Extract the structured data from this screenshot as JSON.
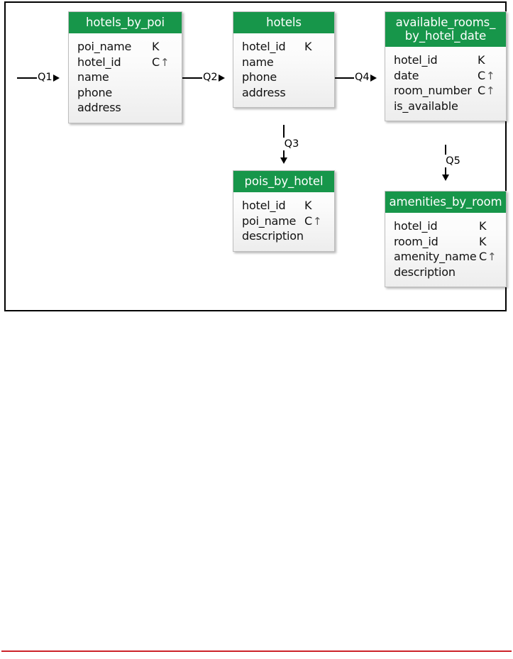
{
  "diagram": {
    "type": "cassandra-data-model",
    "frame_border_color": "#000000",
    "header_color": "#17964a",
    "footer_rule_color": "#cc2229",
    "key_legend": {
      "partition_key": "K",
      "clustering_key": "C",
      "ascending_arrow": "↑"
    },
    "tables": [
      {
        "id": "hotels_by_poi",
        "title": "hotels_by_poi",
        "columns": [
          {
            "name": "poi_name",
            "key": "K",
            "arrow": ""
          },
          {
            "name": "hotel_id",
            "key": "C",
            "arrow": "↑"
          },
          {
            "name": "name",
            "key": "",
            "arrow": ""
          },
          {
            "name": "phone",
            "key": "",
            "arrow": ""
          },
          {
            "name": "address",
            "key": "",
            "arrow": ""
          }
        ]
      },
      {
        "id": "hotels",
        "title": "hotels",
        "columns": [
          {
            "name": "hotel_id",
            "key": "K",
            "arrow": ""
          },
          {
            "name": "name",
            "key": "",
            "arrow": ""
          },
          {
            "name": "phone",
            "key": "",
            "arrow": ""
          },
          {
            "name": "address",
            "key": "",
            "arrow": ""
          }
        ]
      },
      {
        "id": "available_rooms_by_hotel_date",
        "title": "available_rooms_\nby_hotel_date",
        "columns": [
          {
            "name": "hotel_id",
            "key": "K",
            "arrow": ""
          },
          {
            "name": "date",
            "key": "C",
            "arrow": "↑"
          },
          {
            "name": "room_number",
            "key": "C",
            "arrow": "↑"
          },
          {
            "name": "is_available",
            "key": "",
            "arrow": ""
          }
        ]
      },
      {
        "id": "pois_by_hotel",
        "title": "pois_by_hotel",
        "columns": [
          {
            "name": "hotel_id",
            "key": "K",
            "arrow": ""
          },
          {
            "name": "poi_name",
            "key": "C",
            "arrow": "↑"
          },
          {
            "name": "description",
            "key": "",
            "arrow": ""
          }
        ]
      },
      {
        "id": "amenities_by_room",
        "title": "amenities_by_room",
        "columns": [
          {
            "name": "hotel_id",
            "key": "K",
            "arrow": ""
          },
          {
            "name": "room_id",
            "key": "K",
            "arrow": ""
          },
          {
            "name": "amenity_name",
            "key": "C",
            "arrow": "↑"
          },
          {
            "name": "description",
            "key": "",
            "arrow": ""
          }
        ]
      }
    ],
    "connectors": [
      {
        "id": "q1",
        "label": "Q1",
        "direction": "right",
        "from": "",
        "to": "hotels_by_poi"
      },
      {
        "id": "q2",
        "label": "Q2",
        "direction": "right",
        "from": "hotels_by_poi",
        "to": "hotels"
      },
      {
        "id": "q3",
        "label": "Q3",
        "direction": "down",
        "from": "hotels",
        "to": "pois_by_hotel"
      },
      {
        "id": "q4",
        "label": "Q4",
        "direction": "right",
        "from": "hotels",
        "to": "available_rooms_by_hotel_date"
      },
      {
        "id": "q5",
        "label": "Q5",
        "direction": "down",
        "from": "available_rooms_by_hotel_date",
        "to": "amenities_by_room"
      }
    ]
  }
}
